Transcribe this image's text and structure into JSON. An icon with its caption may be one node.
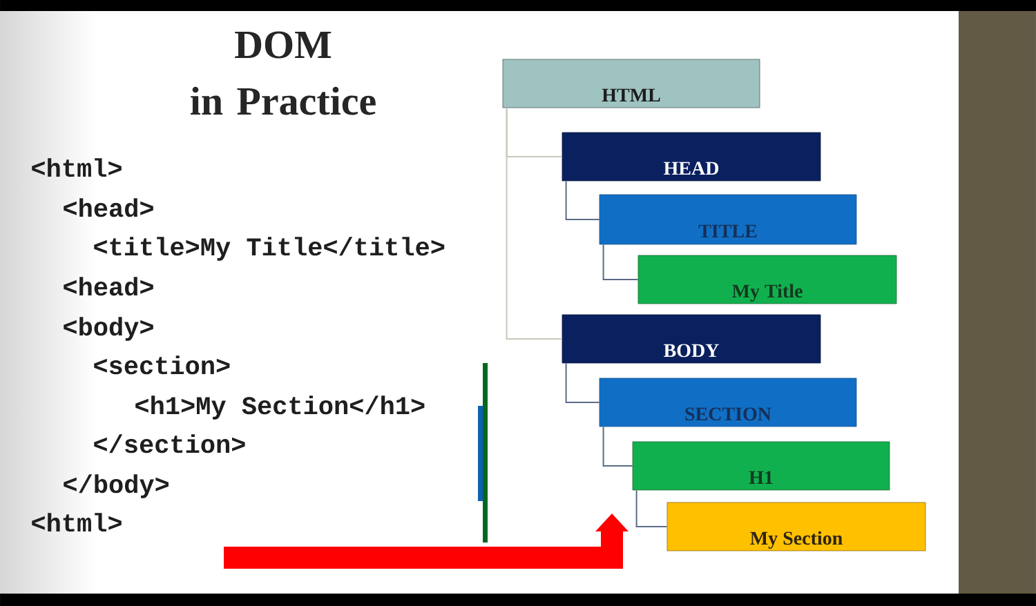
{
  "diagram": {
    "title": "DOM in Practice",
    "nodes": [
      {
        "text": [
          "HTML"
        ]
      },
      {
        "text": [
          "HEAD"
        ]
      },
      {
        "text": [
          "TITLE"
        ]
      },
      {
        "text": [
          "My Title"
        ]
      },
      {
        "text": [
          "BODY"
        ]
      },
      {
        "text": [
          "SECTION"
        ]
      },
      {
        "text": [
          "H1"
        ]
      },
      {
        "text": [
          "My Section"
        ]
      }
    ],
    "edges": [
      {
        "from": 0,
        "to": 1,
        "arrow": "none",
        "color": "#c8c8ba"
      },
      {
        "from": 1,
        "to": 2,
        "arrow": "none"
      },
      {
        "from": 2,
        "to": 3,
        "arrow": "none"
      },
      {
        "from": 0,
        "to": 4,
        "arrow": "none",
        "color": "#c8c8ba"
      },
      {
        "from": 4,
        "to": 5,
        "arrow": "none"
      },
      {
        "from": 5,
        "to": 6,
        "arrow": "none"
      },
      {
        "from": 6,
        "to": 7,
        "arrow": "none"
      }
    ],
    "labels": [
      "<html>",
      "<head>",
      "<title>My Title</title>",
      "<head>",
      "<body>",
      "<section>",
      "<h1>My Section</h1>",
      "</section>",
      "</body>",
      "<html>"
    ]
  }
}
